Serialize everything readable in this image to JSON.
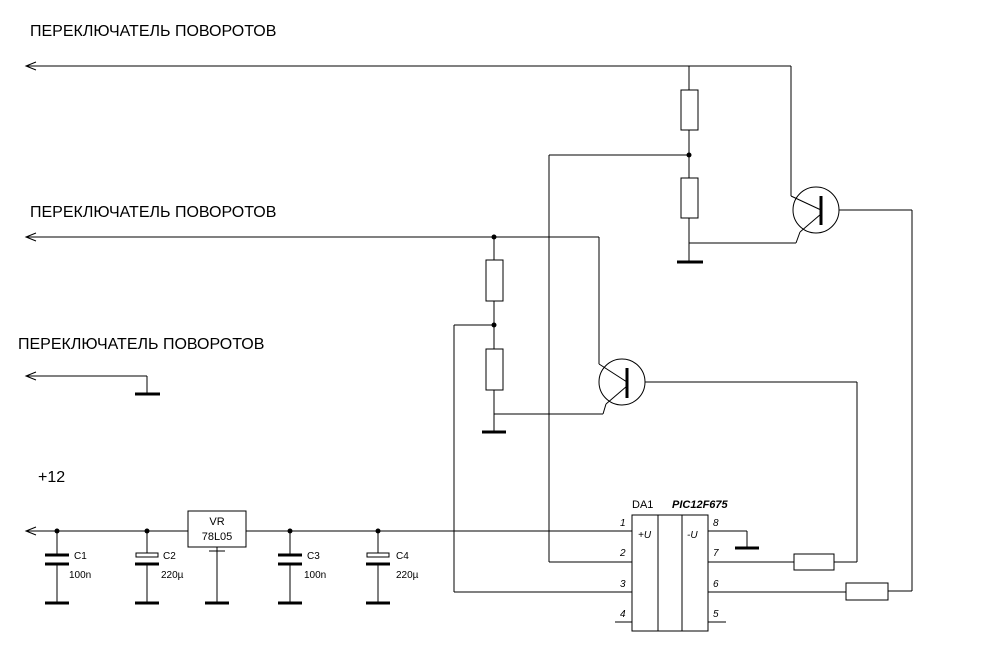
{
  "labels": {
    "switch_1": "ПЕРЕКЛЮЧАТЕЛЬ ПОВОРОТОВ",
    "switch_2": "ПЕРЕКЛЮЧАТЕЛЬ ПОВОРОТОВ",
    "switch_3": "ПЕРЕКЛЮЧАТЕЛЬ ПОВОРОТОВ",
    "supply": "+12"
  },
  "components": {
    "c1": {
      "name": "C1",
      "value": "100n"
    },
    "c2": {
      "name": "C2",
      "value": "220µ"
    },
    "c3": {
      "name": "C3",
      "value": "100n"
    },
    "c4": {
      "name": "C4",
      "value": "220µ"
    },
    "vr": {
      "name": "VR",
      "value": "78L05"
    }
  },
  "mcu": {
    "ref": "DA1",
    "part": "PIC12F675",
    "plus_label": "+U",
    "minus_label": "-U",
    "pins": [
      "1",
      "2",
      "3",
      "4",
      "5",
      "6",
      "7",
      "8"
    ]
  }
}
